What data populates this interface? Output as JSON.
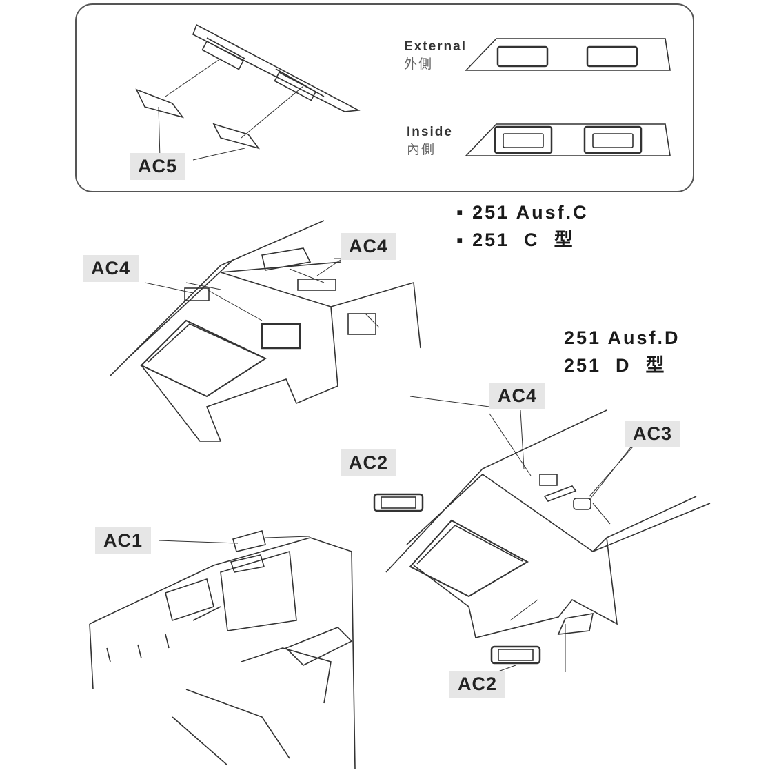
{
  "detail_box": {
    "external_label": "External",
    "external_label_cn": "外側",
    "inside_label": "Inside",
    "inside_label_cn": "內側",
    "part_label": "AC5"
  },
  "variant_c": {
    "line1": "▪ 251 Ausf.C",
    "line2": "▪ 251  C  型"
  },
  "variant_d": {
    "line1": "251 Ausf.D",
    "line2": "251  D  型"
  },
  "parts": {
    "ac4_left": "AC4",
    "ac4_right": "AC4",
    "ac4_d": "AC4",
    "ac3": "AC3",
    "ac2_top": "AC2",
    "ac2_bottom": "AC2",
    "ac1": "AC1"
  }
}
